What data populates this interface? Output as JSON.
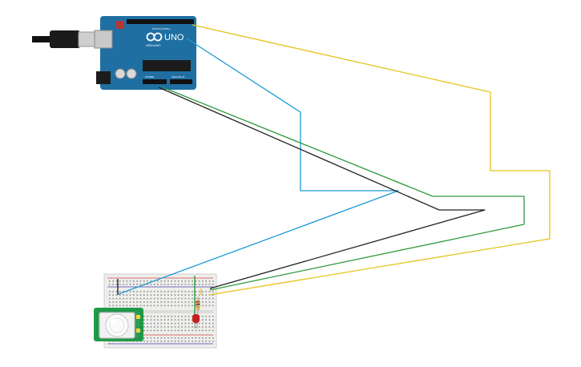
{
  "arduino": {
    "logo_text": "UNO",
    "brand": "ARDUINO",
    "color": "#1f6fa3",
    "header_labels": {
      "power": "POWER",
      "analog_in": "ANALOG IN",
      "digital": "DIGITAL (PWM~)"
    }
  },
  "wire_colors": {
    "yellow": "#e6c21a",
    "blue": "#1a9ad6",
    "black": "#222222",
    "green": "#2e9a3a",
    "led_red": "#c81e1e"
  },
  "breadboard": {
    "color": "#eeeeec"
  },
  "pir_sensor": {
    "board_color": "#1f9a48"
  }
}
